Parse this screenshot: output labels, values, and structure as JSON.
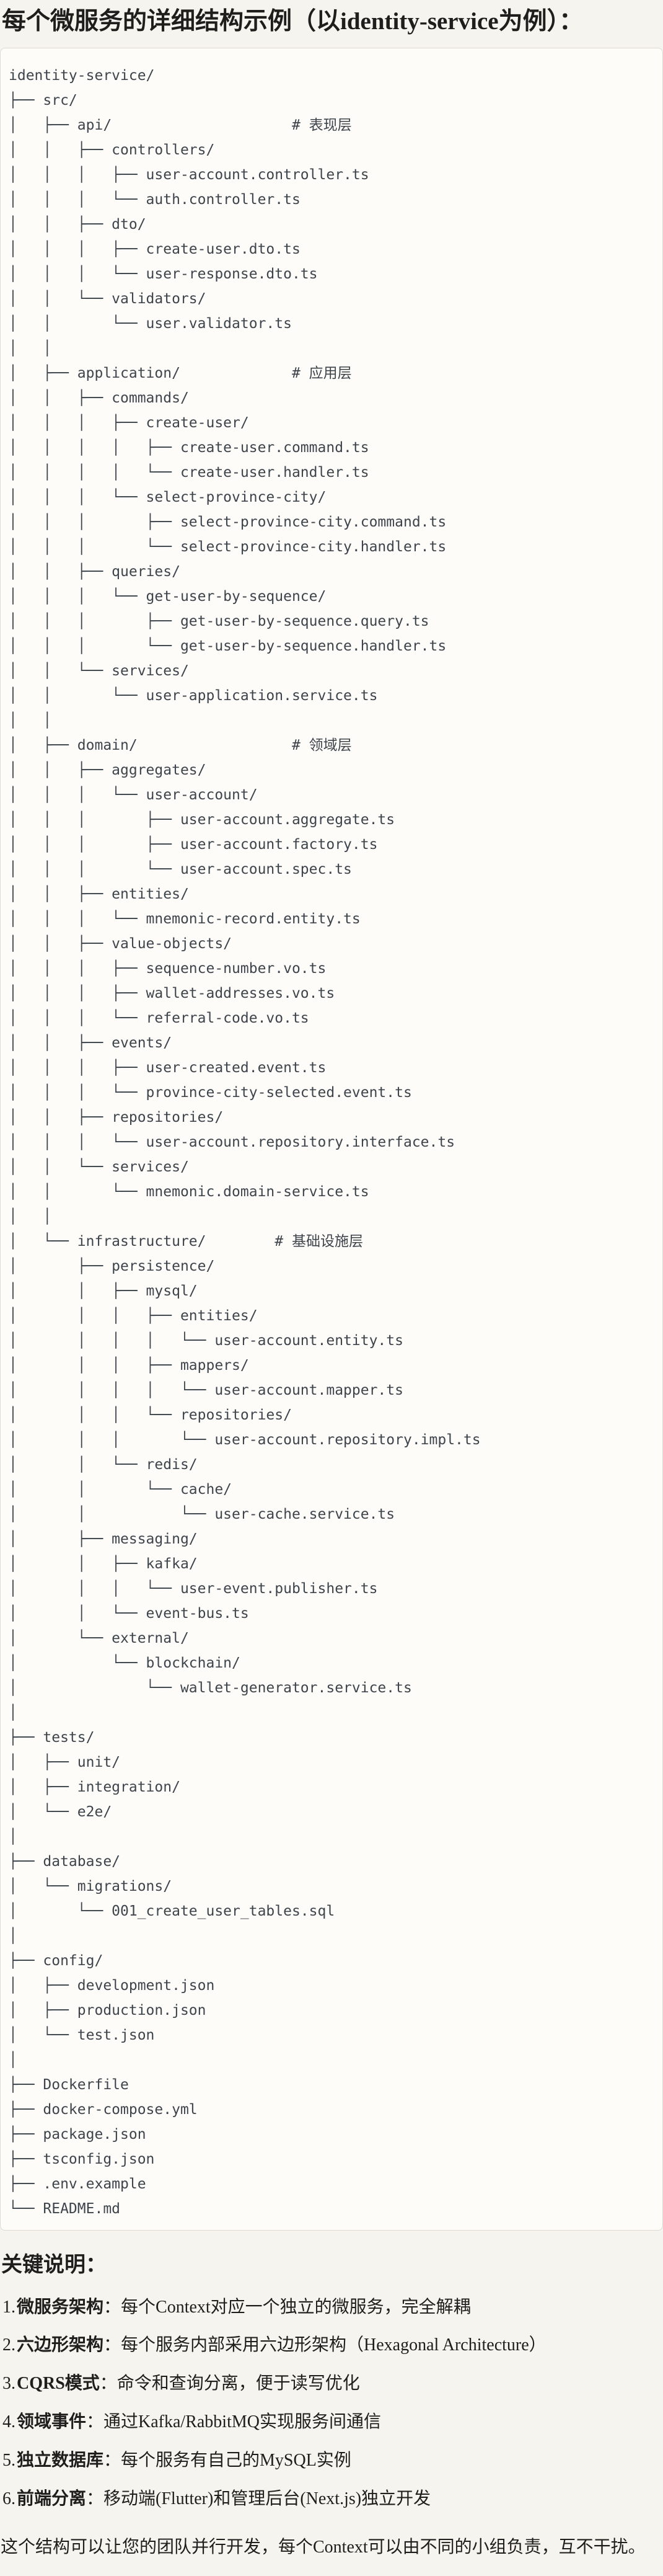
{
  "page": {
    "title": "每个微服务的详细结构示例（以identity-service为例）：",
    "notes_heading": "关键说明：",
    "closing": "这个结构可以让您的团队并行开发，每个Context可以由不同的小组负责，互不干扰。"
  },
  "tree": {
    "root": "identity-service/",
    "layer_comments": [
      "# 表现层",
      "# 应用层",
      "# 领域层",
      "# 基础设施层"
    ],
    "lines": [
      "identity-service/",
      "├── src/",
      "│   ├── api/                     # 表现层",
      "│   │   ├── controllers/",
      "│   │   │   ├── user-account.controller.ts",
      "│   │   │   └── auth.controller.ts",
      "│   │   ├── dto/",
      "│   │   │   ├── create-user.dto.ts",
      "│   │   │   └── user-response.dto.ts",
      "│   │   └── validators/",
      "│   │       └── user.validator.ts",
      "│   │",
      "│   ├── application/             # 应用层",
      "│   │   ├── commands/",
      "│   │   │   ├── create-user/",
      "│   │   │   │   ├── create-user.command.ts",
      "│   │   │   │   └── create-user.handler.ts",
      "│   │   │   └── select-province-city/",
      "│   │   │       ├── select-province-city.command.ts",
      "│   │   │       └── select-province-city.handler.ts",
      "│   │   ├── queries/",
      "│   │   │   └── get-user-by-sequence/",
      "│   │   │       ├── get-user-by-sequence.query.ts",
      "│   │   │       └── get-user-by-sequence.handler.ts",
      "│   │   └── services/",
      "│   │       └── user-application.service.ts",
      "│   │",
      "│   ├── domain/                  # 领域层",
      "│   │   ├── aggregates/",
      "│   │   │   └── user-account/",
      "│   │   │       ├── user-account.aggregate.ts",
      "│   │   │       ├── user-account.factory.ts",
      "│   │   │       └── user-account.spec.ts",
      "│   │   ├── entities/",
      "│   │   │   └── mnemonic-record.entity.ts",
      "│   │   ├── value-objects/",
      "│   │   │   ├── sequence-number.vo.ts",
      "│   │   │   ├── wallet-addresses.vo.ts",
      "│   │   │   └── referral-code.vo.ts",
      "│   │   ├── events/",
      "│   │   │   ├── user-created.event.ts",
      "│   │   │   └── province-city-selected.event.ts",
      "│   │   ├── repositories/",
      "│   │   │   └── user-account.repository.interface.ts",
      "│   │   └── services/",
      "│   │       └── mnemonic.domain-service.ts",
      "│   │",
      "│   └── infrastructure/        # 基础设施层",
      "│       ├── persistence/",
      "│       │   ├── mysql/",
      "│       │   │   ├── entities/",
      "│       │   │   │   └── user-account.entity.ts",
      "│       │   │   ├── mappers/",
      "│       │   │   │   └── user-account.mapper.ts",
      "│       │   │   └── repositories/",
      "│       │   │       └── user-account.repository.impl.ts",
      "│       │   └── redis/",
      "│       │       └── cache/",
      "│       │           └── user-cache.service.ts",
      "│       ├── messaging/",
      "│       │   ├── kafka/",
      "│       │   │   └── user-event.publisher.ts",
      "│       │   └── event-bus.ts",
      "│       └── external/",
      "│           └── blockchain/",
      "│               └── wallet-generator.service.ts",
      "│",
      "├── tests/",
      "│   ├── unit/",
      "│   ├── integration/",
      "│   └── e2e/",
      "│",
      "├── database/",
      "│   └── migrations/",
      "│       └── 001_create_user_tables.sql",
      "│",
      "├── config/",
      "│   ├── development.json",
      "│   ├── production.json",
      "│   └── test.json",
      "│",
      "├── Dockerfile",
      "├── docker-compose.yml",
      "├── package.json",
      "├── tsconfig.json",
      "├── .env.example",
      "└── README.md"
    ]
  },
  "notes": [
    {
      "num": "1.",
      "term": "微服务架构",
      "text": "：每个Context对应一个独立的微服务，完全解耦"
    },
    {
      "num": "2.",
      "term": "六边形架构",
      "text": "：每个服务内部采用六边形架构（Hexagonal Architecture）"
    },
    {
      "num": "3.",
      "term": "CQRS模式",
      "text": "：命令和查询分离，便于读写优化"
    },
    {
      "num": "4.",
      "term": "领域事件",
      "text": "：通过Kafka/RabbitMQ实现服务间通信"
    },
    {
      "num": "5.",
      "term": "独立数据库",
      "text": "：每个服务有自己的MySQL实例"
    },
    {
      "num": "6.",
      "term": "前端分离",
      "text": "：移动端(Flutter)和管理后台(Next.js)独立开发"
    }
  ],
  "colors": {
    "page_bg": "#F5F4EF",
    "code_bg": "#FDFCF9",
    "code_border": "#DEDBD3",
    "code_text": "#3E444C",
    "body_text": "#201E1C"
  }
}
